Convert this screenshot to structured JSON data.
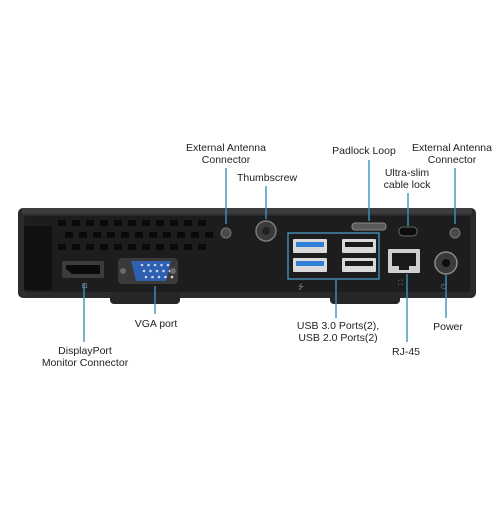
{
  "colors": {
    "background": "#ffffff",
    "leader_line": "#3a94bf",
    "chassis": "#2b2b2b",
    "chassis_face": "#1c1c1c",
    "usb3_blue": "#2f7fd6",
    "label_text": "#222222"
  },
  "labels": {
    "ext_antenna_left": [
      "External Antenna",
      "Connector"
    ],
    "thumbscrew": [
      "Thumbscrew"
    ],
    "padlock_loop": [
      "Padlock Loop"
    ],
    "ext_antenna_right": [
      "External Antenna",
      "Connector"
    ],
    "ultra_slim_lock": [
      "Ultra-slim",
      "cable lock"
    ],
    "vga_port": [
      "VGA port"
    ],
    "displayport": [
      "DisplayPort",
      "Monitor Connector"
    ],
    "usb_ports": [
      "USB 3.0 Ports(2),",
      "USB 2.0 Ports(2)"
    ],
    "rj45": [
      "RJ-45"
    ],
    "power": [
      "Power"
    ]
  },
  "icons": [
    "displayport-icon",
    "vga-icon",
    "usb-icon",
    "network-icon",
    "power-icon",
    "lock-icon",
    "screw-icon"
  ]
}
